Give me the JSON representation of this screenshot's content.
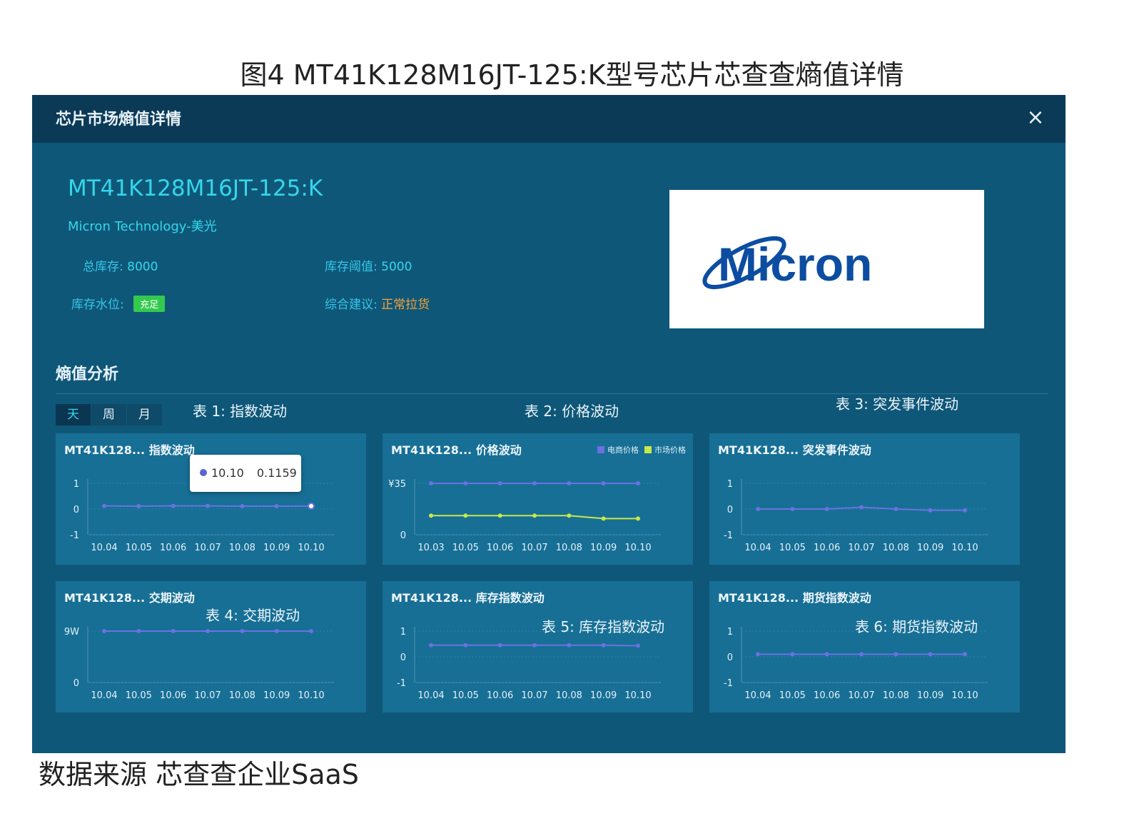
{
  "figure": {
    "title": "图4  MT41K128M16JT-125:K型号芯片芯查查熵值详情",
    "source": "数据来源  芯查查企业SaaS"
  },
  "modal": {
    "title": "芯片市场熵值详情",
    "close_icon": "×"
  },
  "chip": {
    "part_number": "MT41K128M16JT-125:K",
    "manufacturer": "Micron Technology-美光",
    "total_stock_label": "总库存:",
    "total_stock_value": "8000",
    "stock_threshold_label": "库存阈值:",
    "stock_threshold_value": "5000",
    "stock_level_label": "库存水位:",
    "stock_level_badge": "充足",
    "advice_label": "综合建议:",
    "advice_value": "正常拉货",
    "logo_text": "Micron"
  },
  "analysis": {
    "section_title": "熵值分析",
    "tabs": [
      {
        "label": "天",
        "active": true
      },
      {
        "label": "周",
        "active": false
      },
      {
        "label": "月",
        "active": false
      }
    ],
    "captions": [
      "表 1:  指数波动",
      "表 2:  价格波动",
      "表 3:  突发事件波动",
      "表 4:  交期波动",
      "表 5:  库存指数波动",
      "表 6:  期货指数波动"
    ]
  },
  "colors": {
    "series_blue": "#6a72e0",
    "series_green": "#c8e84a",
    "badge_green": "#34c94e",
    "advice_orange": "#f5a23a",
    "logo_blue": "#0c4da2"
  },
  "chart_data": [
    {
      "type": "line",
      "title": "MT41K128... 指数波动",
      "x": [
        "10.04",
        "10.05",
        "10.06",
        "10.07",
        "10.08",
        "10.09",
        "10.10"
      ],
      "yticks": [
        "1",
        "0",
        "-1"
      ],
      "ylim": [
        -1,
        1
      ],
      "series": [
        {
          "values": [
            0.12,
            0.11,
            0.12,
            0.12,
            0.11,
            0.11,
            0.1159
          ]
        }
      ],
      "tooltip": {
        "x": "10.10",
        "value": "0.1159"
      }
    },
    {
      "type": "line",
      "title": "MT41K128... 价格波动",
      "x": [
        "10.03",
        "10.05",
        "10.06",
        "10.07",
        "10.08",
        "10.09",
        "10.10"
      ],
      "yticks": [
        "¥35",
        "0"
      ],
      "ylim": [
        0,
        35
      ],
      "legend": [
        "电商价格",
        "市场价格"
      ],
      "series": [
        {
          "name": "电商价格",
          "values": [
            35,
            35,
            35,
            35,
            35,
            35,
            35
          ]
        },
        {
          "name": "市场价格",
          "values": [
            13,
            13,
            13,
            13,
            13,
            11,
            11
          ]
        }
      ]
    },
    {
      "type": "line",
      "title": "MT41K128... 突发事件波动",
      "x": [
        "10.04",
        "10.05",
        "10.06",
        "10.07",
        "10.08",
        "10.09",
        "10.10"
      ],
      "yticks": [
        "1",
        "0",
        "-1"
      ],
      "ylim": [
        -1,
        1
      ],
      "series": [
        {
          "values": [
            0.0,
            0.0,
            0.0,
            0.07,
            0.0,
            -0.05,
            -0.05
          ]
        }
      ]
    },
    {
      "type": "line",
      "title": "MT41K128... 交期波动",
      "x": [
        "10.04",
        "10.05",
        "10.06",
        "10.07",
        "10.08",
        "10.09",
        "10.10"
      ],
      "yticks": [
        "9W",
        "0"
      ],
      "ylim": [
        0,
        9
      ],
      "series": [
        {
          "values": [
            9,
            9,
            9,
            9,
            9,
            9,
            9
          ]
        }
      ]
    },
    {
      "type": "line",
      "title": "MT41K128... 库存指数波动",
      "x": [
        "10.04",
        "10.05",
        "10.06",
        "10.07",
        "10.08",
        "10.09",
        "10.10"
      ],
      "yticks": [
        "1",
        "0",
        "-1"
      ],
      "ylim": [
        -1,
        1
      ],
      "series": [
        {
          "values": [
            0.45,
            0.45,
            0.45,
            0.45,
            0.45,
            0.45,
            0.43
          ]
        }
      ]
    },
    {
      "type": "line",
      "title": "MT41K128... 期货指数波动",
      "x": [
        "10.04",
        "10.05",
        "10.06",
        "10.07",
        "10.08",
        "10.09",
        "10.10"
      ],
      "yticks": [
        "1",
        "0",
        "-1"
      ],
      "ylim": [
        -1,
        1
      ],
      "series": [
        {
          "values": [
            0.1,
            0.1,
            0.1,
            0.1,
            0.1,
            0.1,
            0.1
          ]
        }
      ]
    }
  ]
}
